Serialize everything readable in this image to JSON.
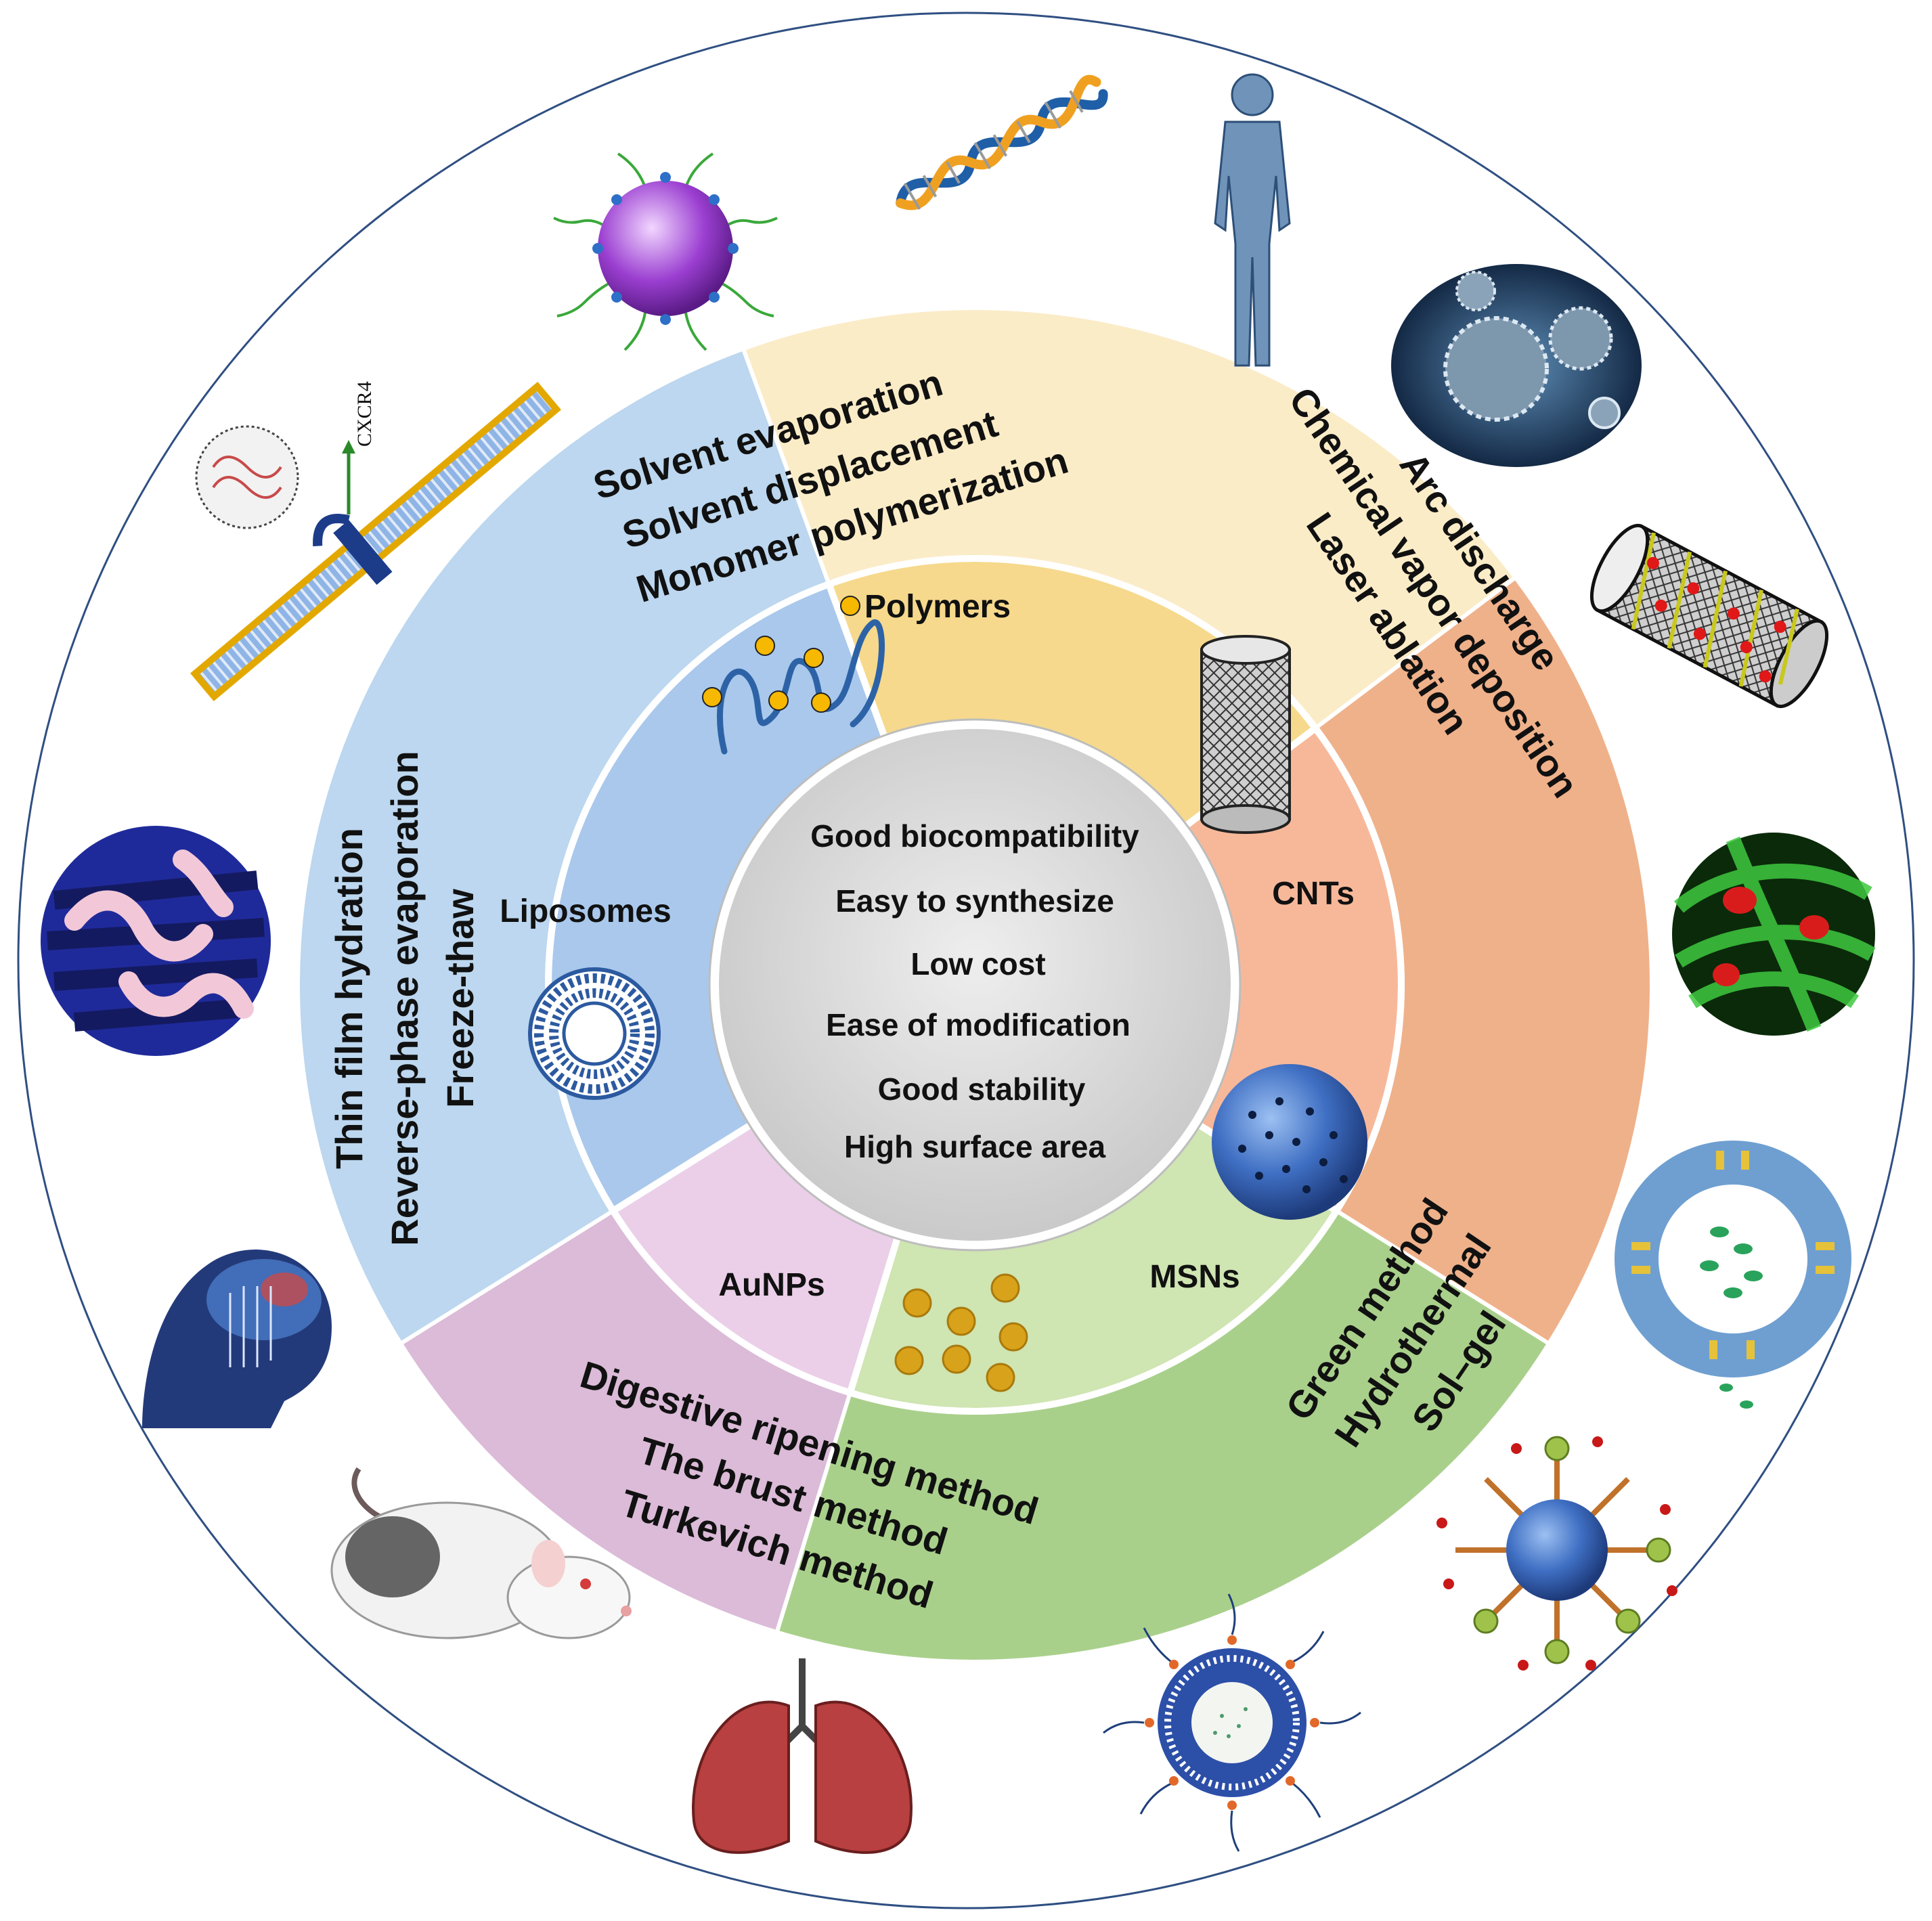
{
  "center": {
    "properties": [
      "Good biocompatibility",
      "Easy to synthesize",
      "Low cost",
      "Ease of modification",
      "Good stability",
      "High surface area"
    ]
  },
  "sectors": [
    {
      "name": "Polymers",
      "icon": "polymer-chain-icon",
      "methods": [
        "Solvent evaporation",
        "Solvent displacement",
        "Monomer polymerization"
      ],
      "colors": {
        "inner": "#a9c8ec",
        "outer": "#bcd7ef"
      }
    },
    {
      "name": "CNTs",
      "icon": "carbon-nanotube-icon",
      "methods": [
        "Arc discharge",
        "Chemical vapor deposition",
        "Laser ablation"
      ],
      "colors": {
        "inner": "#f6d98c",
        "outer": "#fbecc8"
      }
    },
    {
      "name": "MSNs",
      "icon": "mesoporous-silica-sphere-icon",
      "methods": [
        "Green method",
        "Hydrothermal",
        "Sol–gel"
      ],
      "colors": {
        "inner": "#f7b89a",
        "outer": "#efb18a"
      }
    },
    {
      "name": "AuNPs",
      "icon": "gold-nanoparticles-icon",
      "methods": [
        "Digestive ripening method",
        "The brust method",
        "Turkevich method"
      ],
      "colors": {
        "inner": "#cfe5b2",
        "outer": "#a9d08b"
      }
    },
    {
      "name": "Liposomes",
      "icon": "liposome-icon",
      "methods": [
        "Thin film hydration",
        "Reverse-phase  evaporation",
        "Freeze-thaw"
      ],
      "colors": {
        "inner": "#ebcfe8",
        "outer": "#dbbbd8"
      }
    }
  ],
  "outer_icons": [
    "functionalized-nanoparticle-icon",
    "dna-helix-icon",
    "human-body-icon",
    "virus-icon",
    "drug-loaded-nanotube-icon",
    "fluorescent-cells-icon",
    "vesicle-drug-release-icon",
    "targeted-nanoparticle-icon",
    "pegylated-liposome-icon",
    "lungs-icon",
    "lab-mouse-icon",
    "brain-scan-icon",
    "cell-surface-micrograph-icon",
    "cxcr4-receptor-membrane-icon"
  ],
  "outer_labels": {
    "receptor": "CXCR4"
  }
}
